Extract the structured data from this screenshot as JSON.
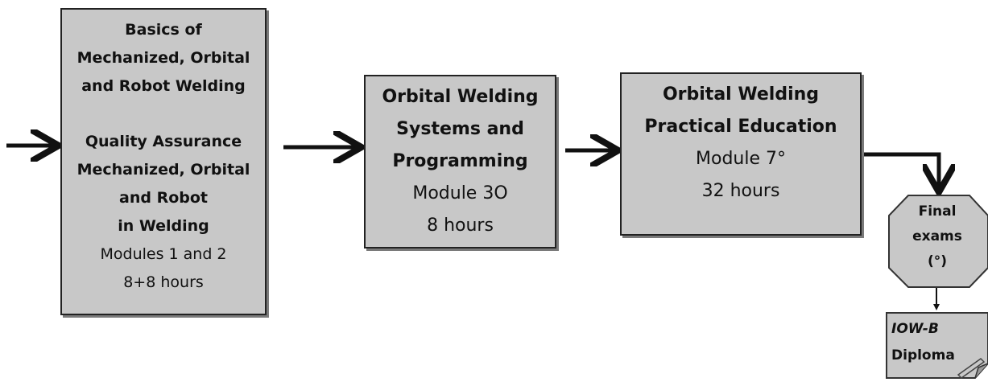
{
  "modules": [
    {
      "lines": [
        {
          "text": "Basics of",
          "bold": true
        },
        {
          "text": "Mechanized, Orbital",
          "bold": true
        },
        {
          "text": "and Robot Welding",
          "bold": true
        },
        {
          "text": "Quality Assurance",
          "bold": true
        },
        {
          "text": "Mechanized, Orbital",
          "bold": true
        },
        {
          "text": "and Robot",
          "bold": true
        },
        {
          "text": "in Welding",
          "bold": true
        },
        {
          "text": "Modules 1 and 2",
          "bold": false
        },
        {
          "text": "8+8 hours",
          "bold": false
        }
      ]
    },
    {
      "lines": [
        {
          "text": "Orbital Welding",
          "bold": true
        },
        {
          "text": "Systems and",
          "bold": true
        },
        {
          "text": "Programming",
          "bold": true
        },
        {
          "text": "Module 3O",
          "bold": false
        },
        {
          "text": "8 hours",
          "bold": false
        }
      ]
    },
    {
      "lines": [
        {
          "text": "Orbital Welding",
          "bold": true
        },
        {
          "text": "Practical Education",
          "bold": true
        },
        {
          "text": "Module 7°",
          "bold": false
        },
        {
          "text": "32 hours",
          "bold": false
        }
      ]
    }
  ],
  "final_exams": {
    "line1": "Final",
    "line2": "exams",
    "line3": "(°)"
  },
  "diploma": {
    "code": "IOW-B",
    "label": "Diploma"
  }
}
